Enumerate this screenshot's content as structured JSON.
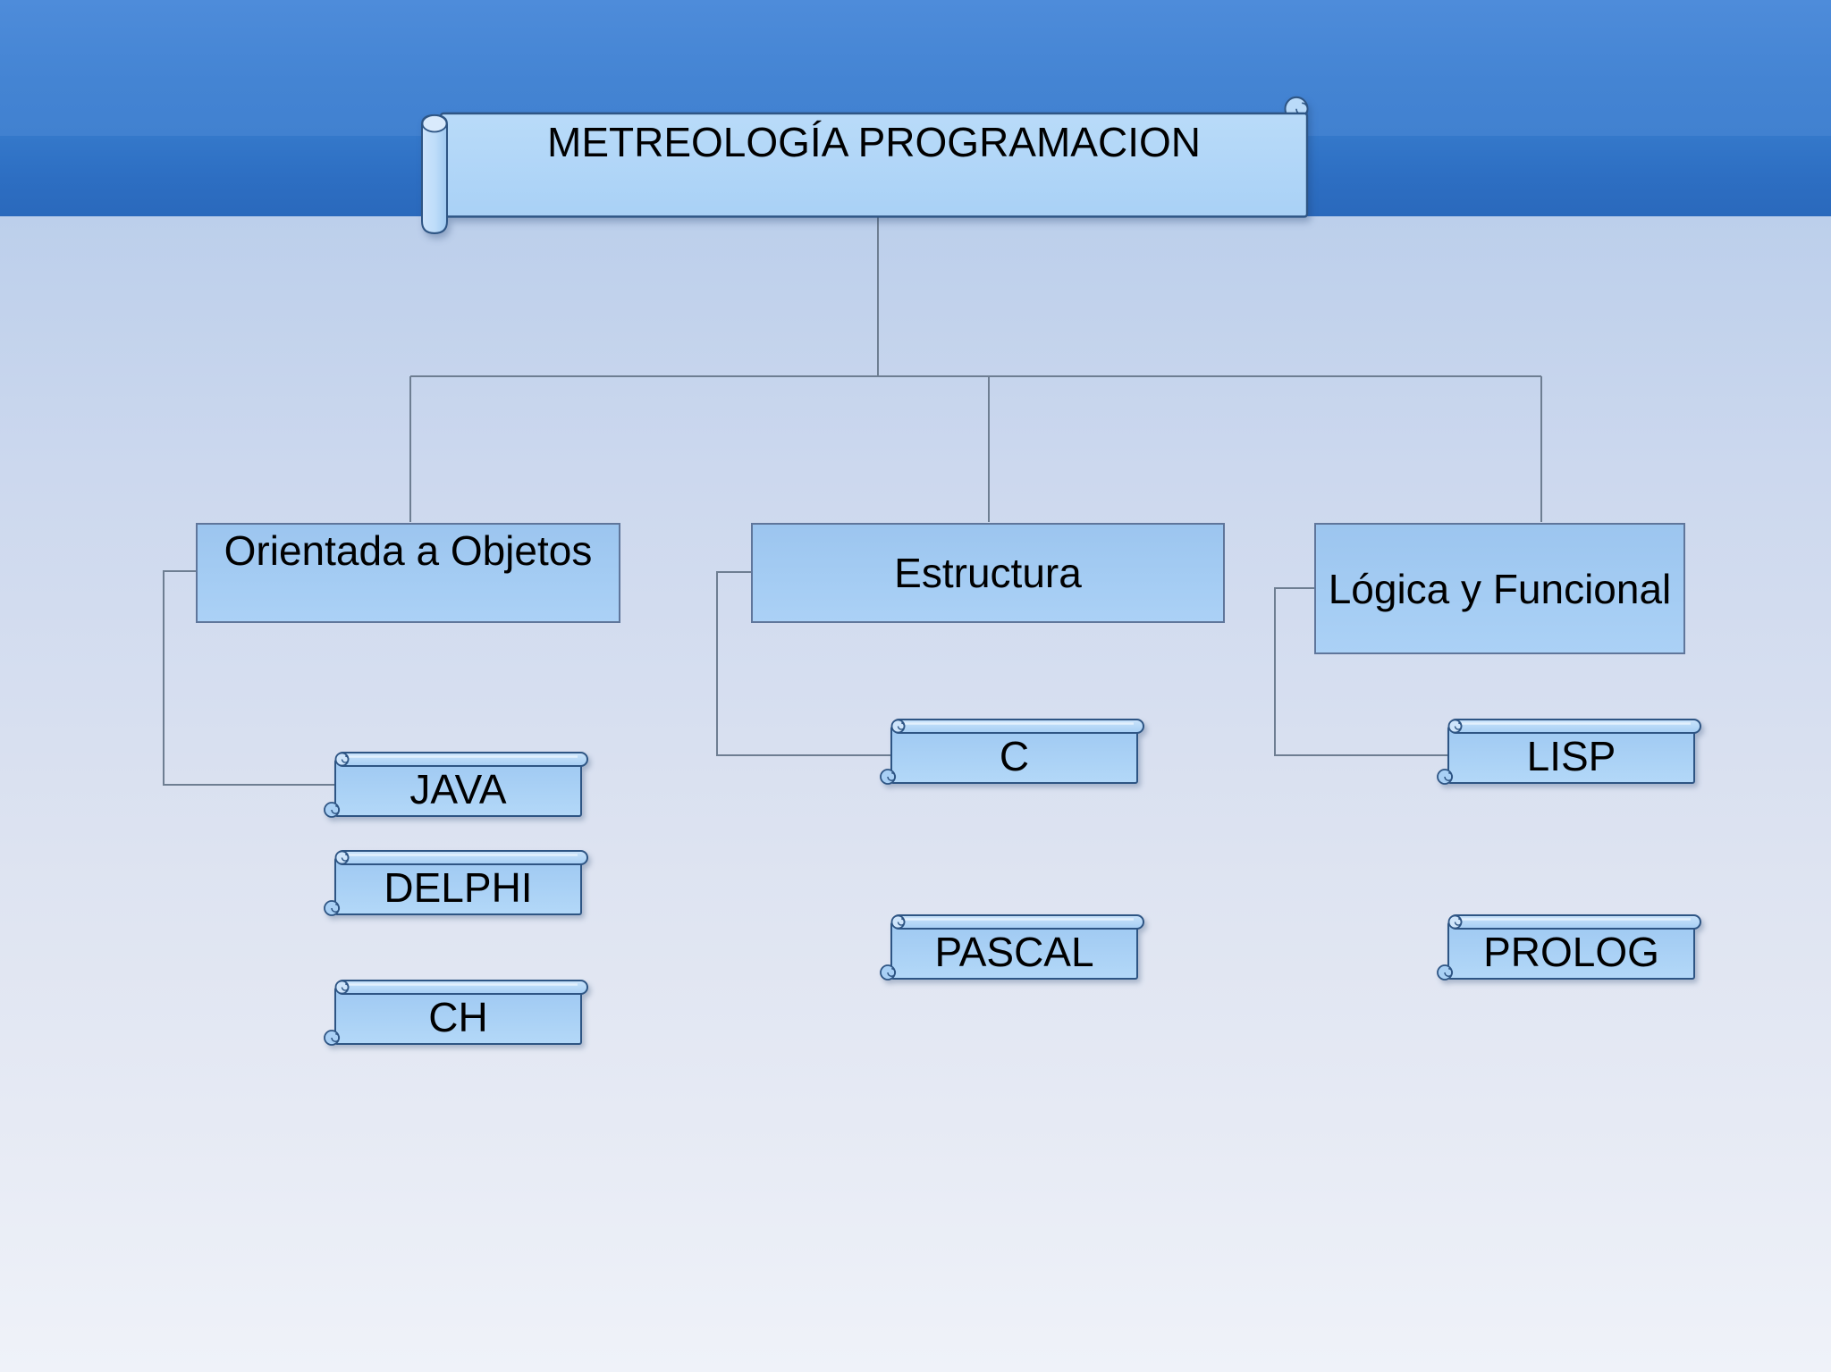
{
  "diagram": {
    "root": {
      "label": "METREOLOGÍA PROGRAMACION"
    },
    "branches": [
      {
        "label": "Orientada a Objetos",
        "children": [
          {
            "label": "JAVA"
          },
          {
            "label": "DELPHI"
          },
          {
            "label": "CH"
          }
        ]
      },
      {
        "label": "Estructura",
        "children": [
          {
            "label": "C"
          },
          {
            "label": "PASCAL"
          }
        ]
      },
      {
        "label": "Lógica y Funcional",
        "children": [
          {
            "label": "LISP"
          },
          {
            "label": "PROLOG"
          }
        ]
      }
    ]
  },
  "colors": {
    "band_top_blue": "#4484d3",
    "band_mid_blue": "#2d6ec2",
    "canvas_top": "#bccfeb",
    "canvas_bottom": "#eff2f9",
    "shape_fill": "#a8cff4",
    "shape_border": "#2e5584",
    "category_border": "#5f769b",
    "connector_gray": "#6e7e92",
    "text": "#000000"
  }
}
